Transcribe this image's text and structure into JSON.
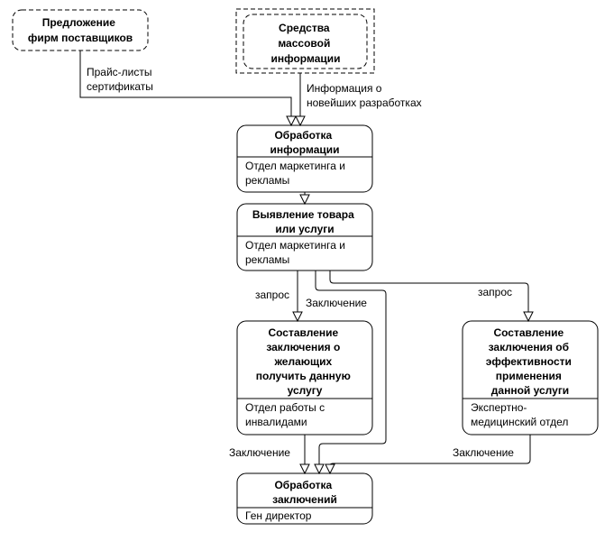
{
  "sources": {
    "suppliers": {
      "title": [
        "Предложение",
        "фирм поставщиков"
      ]
    },
    "media": {
      "title": [
        "Средства",
        "массовой",
        "информации"
      ]
    }
  },
  "processes": {
    "process_info": {
      "title": [
        "Обработка",
        "информации"
      ],
      "owner": [
        "Отдел маркетинга и",
        "рекламы"
      ]
    },
    "identify": {
      "title": [
        "Выявление товара",
        "или услуги"
      ],
      "owner": [
        "Отдел маркетинга и",
        "рекламы"
      ]
    },
    "conclusion_disabled": {
      "title": [
        "Составление",
        "заключения о",
        "желающих",
        "получить данную",
        "услугу"
      ],
      "owner": [
        "Отдел работы с",
        "инвалидами"
      ]
    },
    "conclusion_efficiency": {
      "title": [
        "Составление",
        "заключения об",
        "эффективности",
        "применения",
        "данной услуги"
      ],
      "owner": [
        "Экспертно-",
        "медицинский  отдел"
      ]
    },
    "process_conclusions": {
      "title": [
        "Обработка",
        "заключений"
      ],
      "owner": [
        "Ген директор"
      ]
    }
  },
  "flows": {
    "price_lists": [
      "Прайс-листы",
      "сертификаты"
    ],
    "new_developments": [
      "Информация о",
      "новейших разработках"
    ],
    "request_left": "запрос",
    "request_right": "запрос",
    "conclusion_direct": "Заключение",
    "conclusion_left": "Заключение",
    "conclusion_right": "Заключение"
  }
}
